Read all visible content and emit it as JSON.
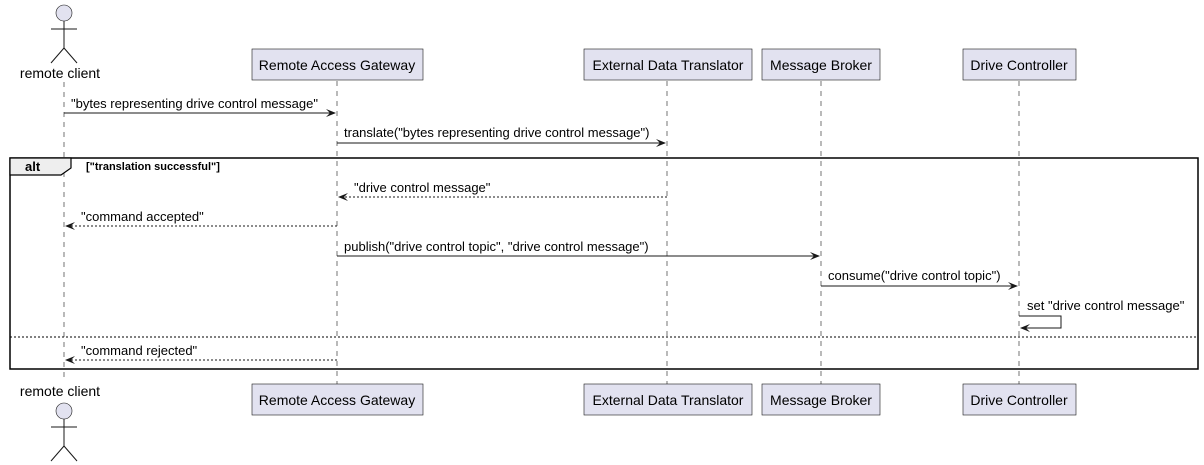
{
  "participants": {
    "remote_client": {
      "name": "remote client"
    },
    "gateway": {
      "name": "Remote Access Gateway"
    },
    "translator": {
      "name": "External Data Translator"
    },
    "broker": {
      "name": "Message Broker"
    },
    "drive": {
      "name": "Drive Controller"
    }
  },
  "messages": {
    "m1": "\"bytes representing drive control message\"",
    "m2": "translate(\"bytes representing drive control message\")",
    "m3": "\"drive control message\"",
    "m4": "\"command accepted\"",
    "m5": "publish(\"drive control topic\", \"drive control message\")",
    "m6": "consume(\"drive control topic\")",
    "m7": "set \"drive control message\"",
    "m8": "\"command rejected\""
  },
  "alt": {
    "label": "alt",
    "guard": "[\"translation successful\"]"
  },
  "colors": {
    "participant_fill": "#E2E2F0",
    "line": "#181818",
    "alt_tab": "#EEEEEE"
  }
}
